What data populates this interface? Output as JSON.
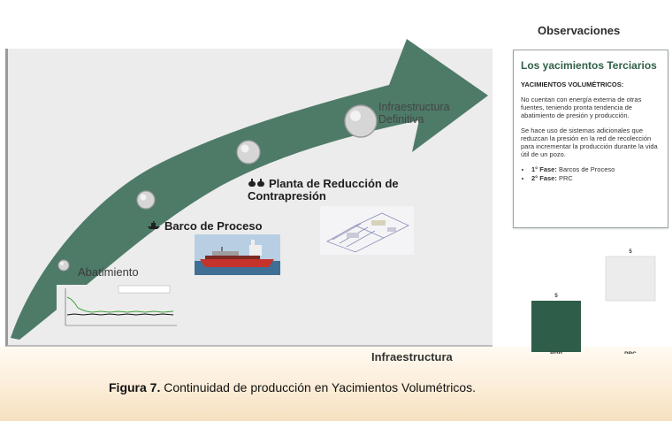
{
  "stages": {
    "abatimiento": "Abatimiento",
    "barco": "Barco de Proceso",
    "planta": "Planta de Reducción de Contrapresión",
    "infra": "Infraestructura Definitiva"
  },
  "axis_label": "Infraestructura",
  "caption": {
    "prefix": "Figura 7.",
    "text": " Continuidad de producción en Yacimientos Volumétricos."
  },
  "observations": {
    "title": "Observaciones",
    "heading": "Los yacimientos Terciarios",
    "subheading": "YACIMIENTOS VOLUMÉTRICOS:",
    "paragraph1": "No cuentan con energía externa de otras fuentes, teniendo pronta tendencia de abatimiento de presión y producción.",
    "paragraph2": "Se hace uso de sistemas adicionales que reduzcan la presión en la red de recolección para incrementar la producción durante la vida útil de un pozo.",
    "phase1_label": "1° Fase:",
    "phase1_value": " Barcos de Proceso",
    "phase2_label": "2° Fase:",
    "phase2_value": " PRC"
  },
  "colors": {
    "arrow": "#4e7b68",
    "bar_bdp": "#2e5e49",
    "bar_prc": "#ececec",
    "heading": "#2f5f47"
  },
  "icons": {
    "barco": "ship-icon",
    "planta": "plant-icon",
    "milestone": "milestone-circle-icon"
  },
  "chart_data": {
    "type": "bar",
    "categories": [
      "BDP",
      "PRC"
    ],
    "values": [
      5,
      5
    ],
    "value_labels": [
      "5",
      "5"
    ]
  }
}
